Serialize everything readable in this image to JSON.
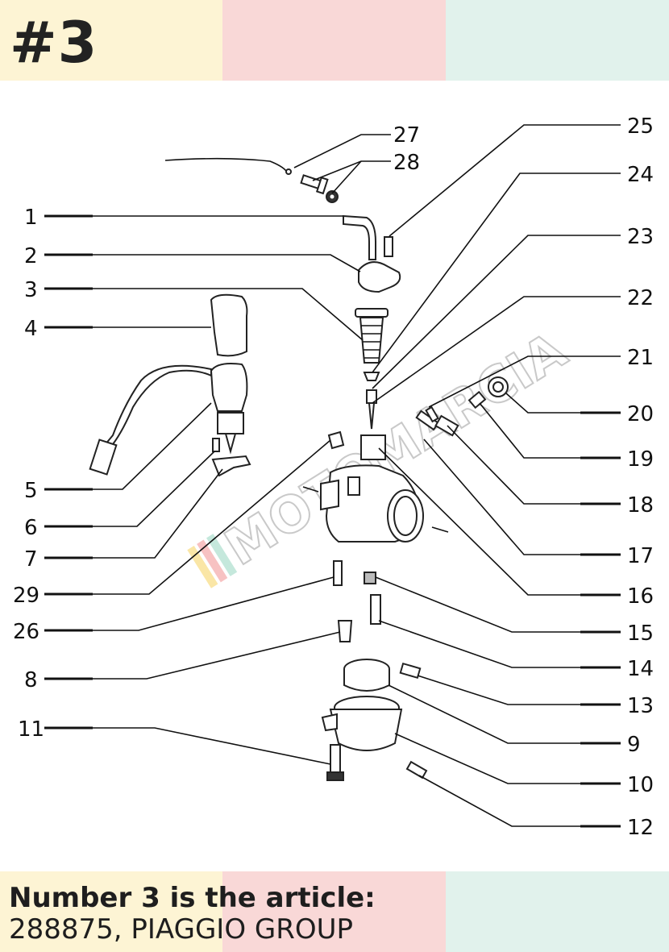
{
  "header": {
    "badge": "#3"
  },
  "diagram": {
    "callouts": [
      "27",
      "28",
      "1",
      "2",
      "3",
      "4",
      "5",
      "6",
      "7",
      "29",
      "26",
      "8",
      "11",
      "25",
      "24",
      "23",
      "22",
      "21",
      "20",
      "19",
      "18",
      "17",
      "16",
      "15",
      "14",
      "13",
      "9",
      "10",
      "12"
    ],
    "watermark": "MOTOMARCIA"
  },
  "footer": {
    "line1": "Number 3 is the article:",
    "line2": "288875, PIAGGIO GROUP"
  },
  "colors": {
    "band_yellow": "#fdf4d4",
    "band_pink": "#f9d8d7",
    "band_mint": "#e1f2ec"
  }
}
